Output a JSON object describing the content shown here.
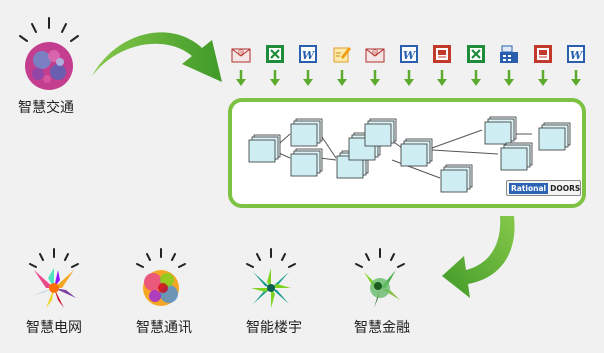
{
  "source_label": "智慧交通",
  "targets": [
    {
      "label": "智慧电网",
      "icon": "smart-grid-burst-icon"
    },
    {
      "label": "智慧通讯",
      "icon": "smart-communication-burst-icon"
    },
    {
      "label": "智能楼宇",
      "icon": "smart-building-burst-icon"
    },
    {
      "label": "智慧金融",
      "icon": "smart-finance-burst-icon"
    }
  ],
  "documents": [
    "email-icon",
    "excel-icon",
    "word-icon",
    "note-icon",
    "email-icon",
    "word-icon",
    "powerpoint-icon",
    "excel-icon",
    "fax-icon",
    "powerpoint-icon",
    "word-icon"
  ],
  "badge": {
    "rational": "Rational",
    "doors": "DOORS"
  },
  "colors": {
    "panel_border": "#7dc242",
    "arrow_green": "#5dab2e",
    "box_fill": "#cfeef3"
  }
}
